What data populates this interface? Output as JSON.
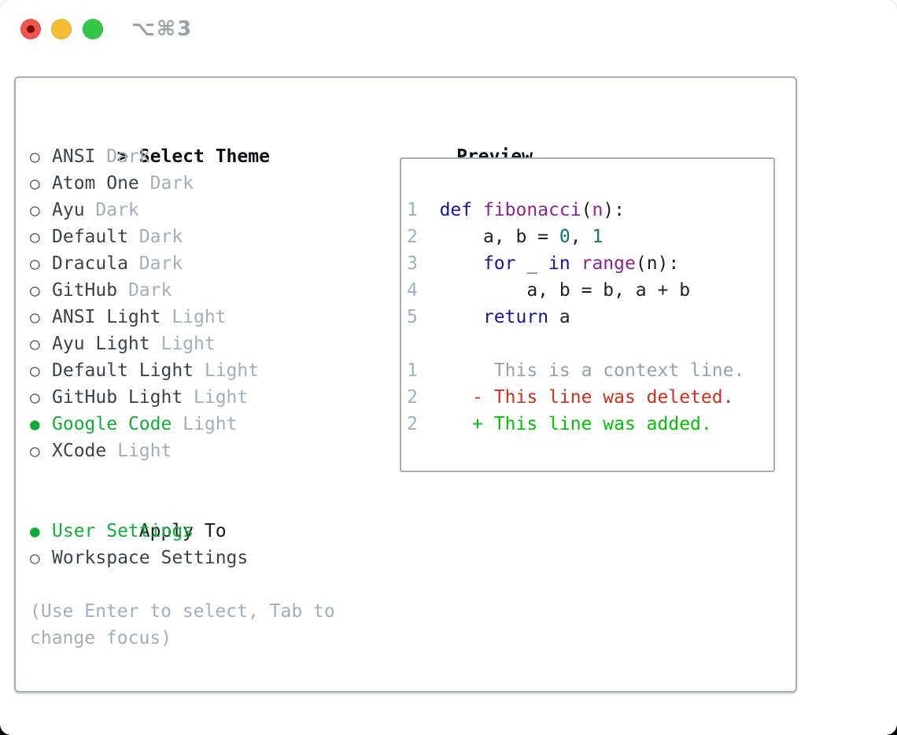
{
  "window": {
    "title": "⌥⌘3",
    "traffic_lights": [
      "close",
      "minimize",
      "zoom"
    ]
  },
  "theme_picker": {
    "header": {
      "prompt": ">",
      "label": "Select Theme"
    },
    "unselected_marker": "○",
    "selected_marker": "●",
    "themes": [
      {
        "name": "ANSI",
        "variant": "Dark",
        "selected": false
      },
      {
        "name": "Atom One",
        "variant": "Dark",
        "selected": false
      },
      {
        "name": "Ayu",
        "variant": "Dark",
        "selected": false
      },
      {
        "name": "Default",
        "variant": "Dark",
        "selected": false
      },
      {
        "name": "Dracula",
        "variant": "Dark",
        "selected": false
      },
      {
        "name": "GitHub",
        "variant": "Dark",
        "selected": false
      },
      {
        "name": "ANSI Light",
        "variant": "Light",
        "selected": false
      },
      {
        "name": "Ayu Light",
        "variant": "Light",
        "selected": false
      },
      {
        "name": "Default Light",
        "variant": "Light",
        "selected": false
      },
      {
        "name": "GitHub Light",
        "variant": "Light",
        "selected": false
      },
      {
        "name": "Google Code",
        "variant": "Light",
        "selected": true
      },
      {
        "name": "XCode",
        "variant": "Light",
        "selected": false
      }
    ],
    "apply_to": {
      "label": "Apply To",
      "options": [
        {
          "label": "User Settings",
          "selected": true
        },
        {
          "label": "Workspace Settings",
          "selected": false
        }
      ]
    },
    "help_lines": [
      "(Use Enter to select, Tab to",
      "change focus)"
    ]
  },
  "preview": {
    "label": "Preview",
    "lines": [
      {
        "num": "1",
        "segs": [
          [
            "pl",
            "  "
          ],
          [
            "kw",
            "def"
          ],
          [
            "pl",
            " "
          ],
          [
            "fn",
            "fibonacci"
          ],
          [
            "pl",
            "("
          ],
          [
            "fn",
            "n"
          ],
          [
            "pl",
            "):"
          ]
        ]
      },
      {
        "num": "2",
        "segs": [
          [
            "pl",
            "      a, b = "
          ],
          [
            "nm",
            "0"
          ],
          [
            "pl",
            ", "
          ],
          [
            "nm",
            "1"
          ]
        ]
      },
      {
        "num": "3",
        "segs": [
          [
            "pl",
            "      "
          ],
          [
            "kw",
            "for"
          ],
          [
            "pl",
            " _ "
          ],
          [
            "kw",
            "in"
          ],
          [
            "pl",
            " "
          ],
          [
            "fn",
            "range"
          ],
          [
            "pl",
            "(n):"
          ]
        ]
      },
      {
        "num": "4",
        "segs": [
          [
            "pl",
            "          a, b = b, a + b"
          ]
        ]
      },
      {
        "num": "5",
        "segs": [
          [
            "pl",
            "      "
          ],
          [
            "kw",
            "return"
          ],
          [
            "pl",
            " a"
          ]
        ]
      },
      {
        "segs": []
      },
      {
        "num": "1",
        "segs": [
          [
            "ctx",
            "       This is a context line."
          ]
        ]
      },
      {
        "num": "2",
        "segs": [
          [
            "del",
            "     - This line was deleted."
          ]
        ]
      },
      {
        "num": "2",
        "segs": [
          [
            "add",
            "     + This line was added."
          ]
        ]
      }
    ]
  },
  "colors": {
    "keyword": "#16169b",
    "function": "#8e238e",
    "number": "#0e7474",
    "plain": "#1d2023",
    "context": "#98a1a9",
    "deleted": "#cb2f1e",
    "added": "#00c203",
    "accent_green": "#12ad36",
    "muted": "#a3aebb",
    "item_text": "#3c4249",
    "heading": "#0e1013",
    "border": "#a4aeb8",
    "titlebar_text": "#9ba0a6",
    "light_red": "#f2544d",
    "light_red_dot": "#7b0c06",
    "light_yellow": "#f6bd30",
    "light_green": "#34c748"
  }
}
